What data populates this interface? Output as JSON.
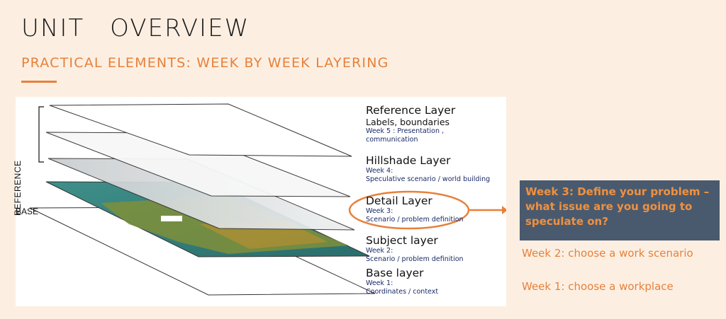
{
  "header": {
    "title_word1": "UNIT",
    "title_word2": "OVERVIEW",
    "subtitle": "PRACTICAL ELEMENTS: WEEK BY WEEK LAYERING"
  },
  "diagram": {
    "side_labels": {
      "reference": "REFERENCE",
      "base": "BASE"
    },
    "layers": [
      {
        "name": "Reference Layer",
        "sub": "Labels, boundaries",
        "week_lines": [
          "Week 5 : Presentation ,",
          "communication"
        ]
      },
      {
        "name": "Hillshade Layer",
        "sub": "",
        "week_lines": [
          "Week 4:",
          "Speculative scenario / world building"
        ]
      },
      {
        "name": "Detail Layer",
        "sub": "",
        "week_lines": [
          "Week 3:",
          "Scenario / problem definition"
        ]
      },
      {
        "name": "Subject layer",
        "sub": "",
        "week_lines": [
          "Week 2:",
          "Scenario / problem definition"
        ]
      },
      {
        "name": "Base layer",
        "sub": "",
        "week_lines": [
          "Week 1:",
          "Coordinates / context"
        ]
      }
    ]
  },
  "callout": {
    "text": "Week 3: Define your problem – what issue are you going to speculate on?"
  },
  "weeks": {
    "week2": "Week 2: choose a work scenario",
    "week1": "Week 1: choose a workplace"
  },
  "colors": {
    "accent": "#e8803a",
    "callout_bg": "#4a5a6e",
    "background": "#fcefe2"
  }
}
